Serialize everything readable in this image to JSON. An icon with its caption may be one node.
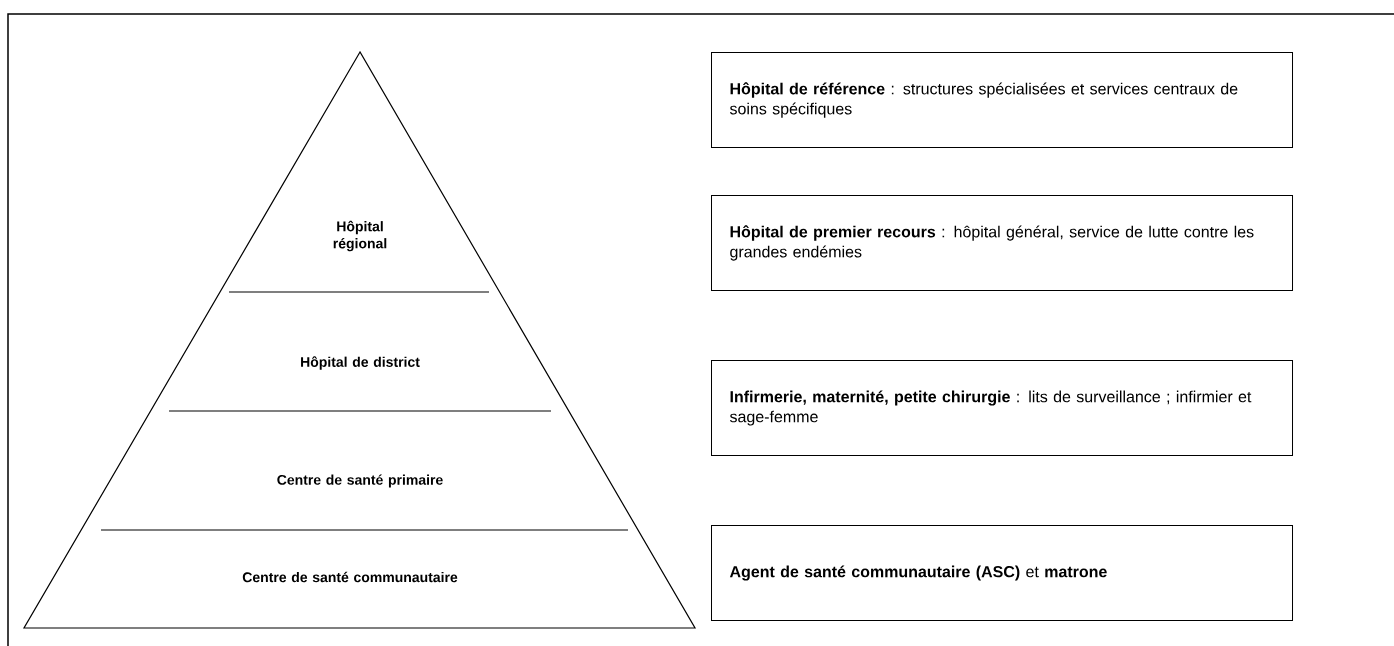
{
  "diagram": {
    "nodes": [
      {
        "text": [
          "Hôpital régional"
        ]
      },
      {
        "text": [
          "Hôpital de district"
        ]
      },
      {
        "text": [
          "Centre de santé primaire"
        ]
      },
      {
        "text": [
          "Centre de santé communautaire"
        ]
      },
      {
        "text": [
          "**Hôpital de référence** : structures spécialisées et services centraux de soins spécifiques"
        ]
      },
      {
        "text": [
          "**Hôpital de premier recours** : hôpital général, service de lutte contre les grandes endémies"
        ]
      },
      {
        "text": [
          "**Infirmerie, maternité, petite chirurgie** : lits de surveillance ; infirmier et sage-femme"
        ]
      },
      {
        "text": [
          "**Agent de santé communautaire (ASC)** et **matrone**"
        ]
      }
    ]
  }
}
